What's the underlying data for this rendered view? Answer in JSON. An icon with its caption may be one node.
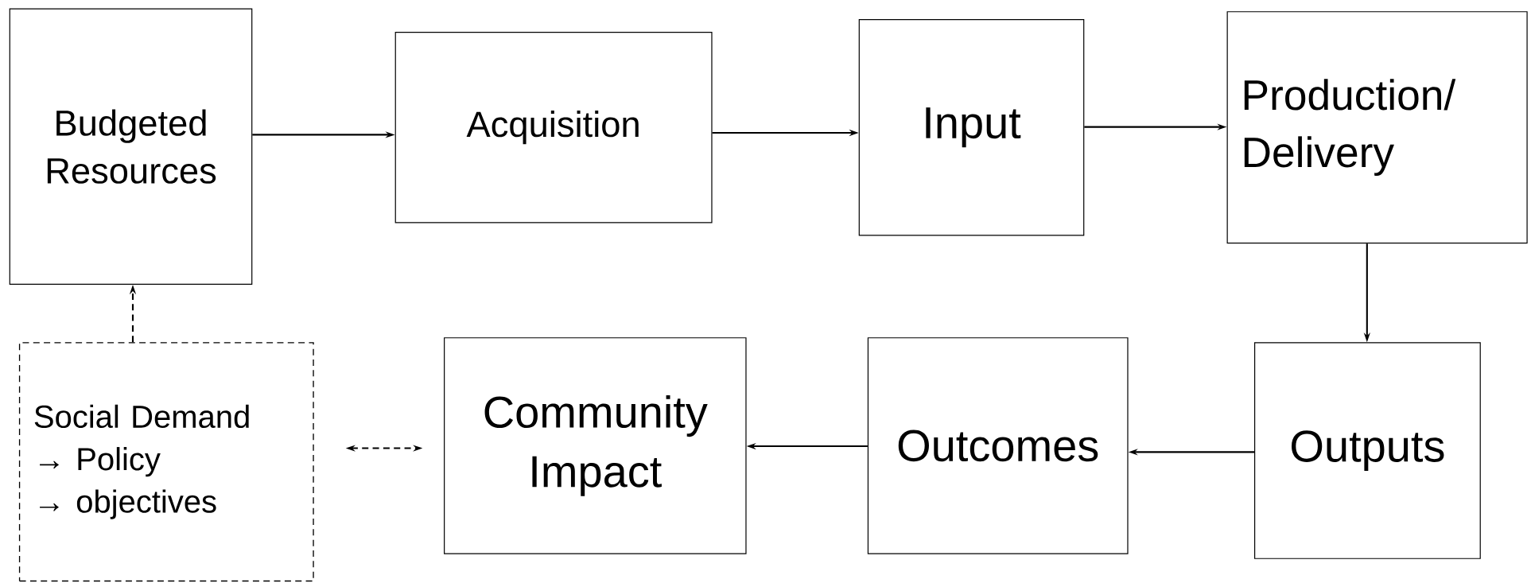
{
  "diagram": {
    "nodes": [
      {
        "text": [
          "Budgeted Resources"
        ]
      },
      {
        "text": [
          "Acquisition"
        ]
      },
      {
        "text": [
          "Input"
        ]
      },
      {
        "text": [
          "Production/ Delivery"
        ]
      },
      {
        "text": [
          "Outputs"
        ]
      },
      {
        "text": [
          "Outcomes"
        ]
      },
      {
        "text": [
          "Community Impact"
        ]
      },
      {
        "text": [
          "Social Demand",
          "→ Policy",
          "→ objectives"
        ]
      }
    ],
    "edges": [
      {
        "from": 0,
        "to": 1,
        "arrow": "to"
      },
      {
        "from": 1,
        "to": 2,
        "arrow": "to"
      },
      {
        "from": 2,
        "to": 3,
        "arrow": "to"
      },
      {
        "from": 3,
        "to": 4,
        "arrow": "to"
      },
      {
        "from": 4,
        "to": 5,
        "arrow": "to"
      },
      {
        "from": 5,
        "to": 6,
        "arrow": "to"
      },
      {
        "from": 7,
        "to": 0,
        "arrow": "to",
        "style": "dashed"
      },
      {
        "from": 7,
        "to": 6,
        "arrow": "both",
        "style": "dashed"
      }
    ]
  }
}
